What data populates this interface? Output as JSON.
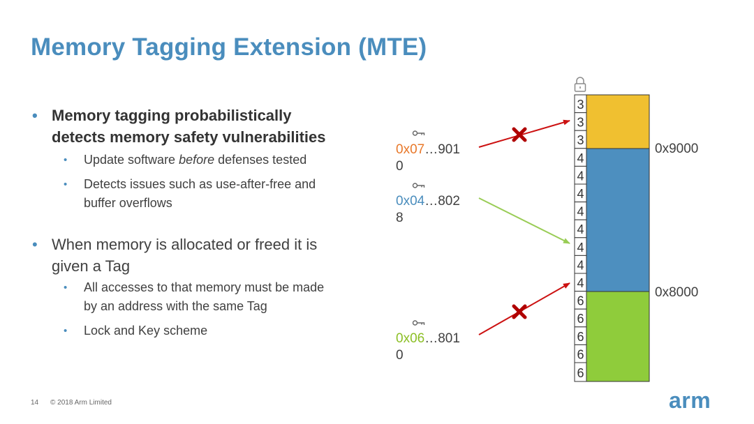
{
  "title": "Memory Tagging Extension (MTE)",
  "bullets": [
    {
      "text_line1": "Memory tagging probabilistically",
      "text_line2": "detects memory safety vulnerabilities",
      "sub": [
        {
          "pre": "Update software ",
          "em": "before",
          "post": " defenses tested"
        },
        {
          "line1": "Detects issues such as use-after-free and",
          "line2": "buffer overflows"
        }
      ]
    },
    {
      "text_line1": "When memory is allocated or freed it is",
      "text_line2": "given a Tag",
      "sub": [
        {
          "line1": "All accesses to that memory must be made",
          "line2": "by an address with the same Tag"
        },
        {
          "line1": "Lock and Key scheme"
        }
      ]
    }
  ],
  "pointers": [
    {
      "tag": "0x07",
      "rest": "…901",
      "wrap": "0",
      "tag_color": "#e8782a",
      "valid": false
    },
    {
      "tag": "0x04",
      "rest": "…802",
      "wrap": "8",
      "tag_color": "#4a8dbd",
      "valid": true
    },
    {
      "tag": "0x06",
      "rest": "…801",
      "wrap": "0",
      "tag_color": "#8cbf26",
      "valid": false
    }
  ],
  "memory": {
    "tags": [
      "3",
      "3",
      "3",
      "4",
      "4",
      "4",
      "4",
      "4",
      "4",
      "4",
      "4",
      "6",
      "6",
      "6",
      "6",
      "6"
    ],
    "regions": [
      {
        "tag": "3",
        "color": "#f0c030"
      },
      {
        "tag": "4",
        "color": "#4d8fbf"
      },
      {
        "tag": "6",
        "color": "#8fcc3b"
      }
    ],
    "boundaries": [
      "0x9000",
      "0x8000"
    ]
  },
  "colors": {
    "accent": "#4a8dbd",
    "invalid_arrow": "#cc1111",
    "valid_arrow": "#99cc55"
  },
  "icons": {
    "lock": "lock-icon",
    "key": "key-icon",
    "cross": "x-mark-icon"
  },
  "footer": {
    "page": "14",
    "copyright": "© 2018 Arm Limited",
    "logo": "arm"
  }
}
